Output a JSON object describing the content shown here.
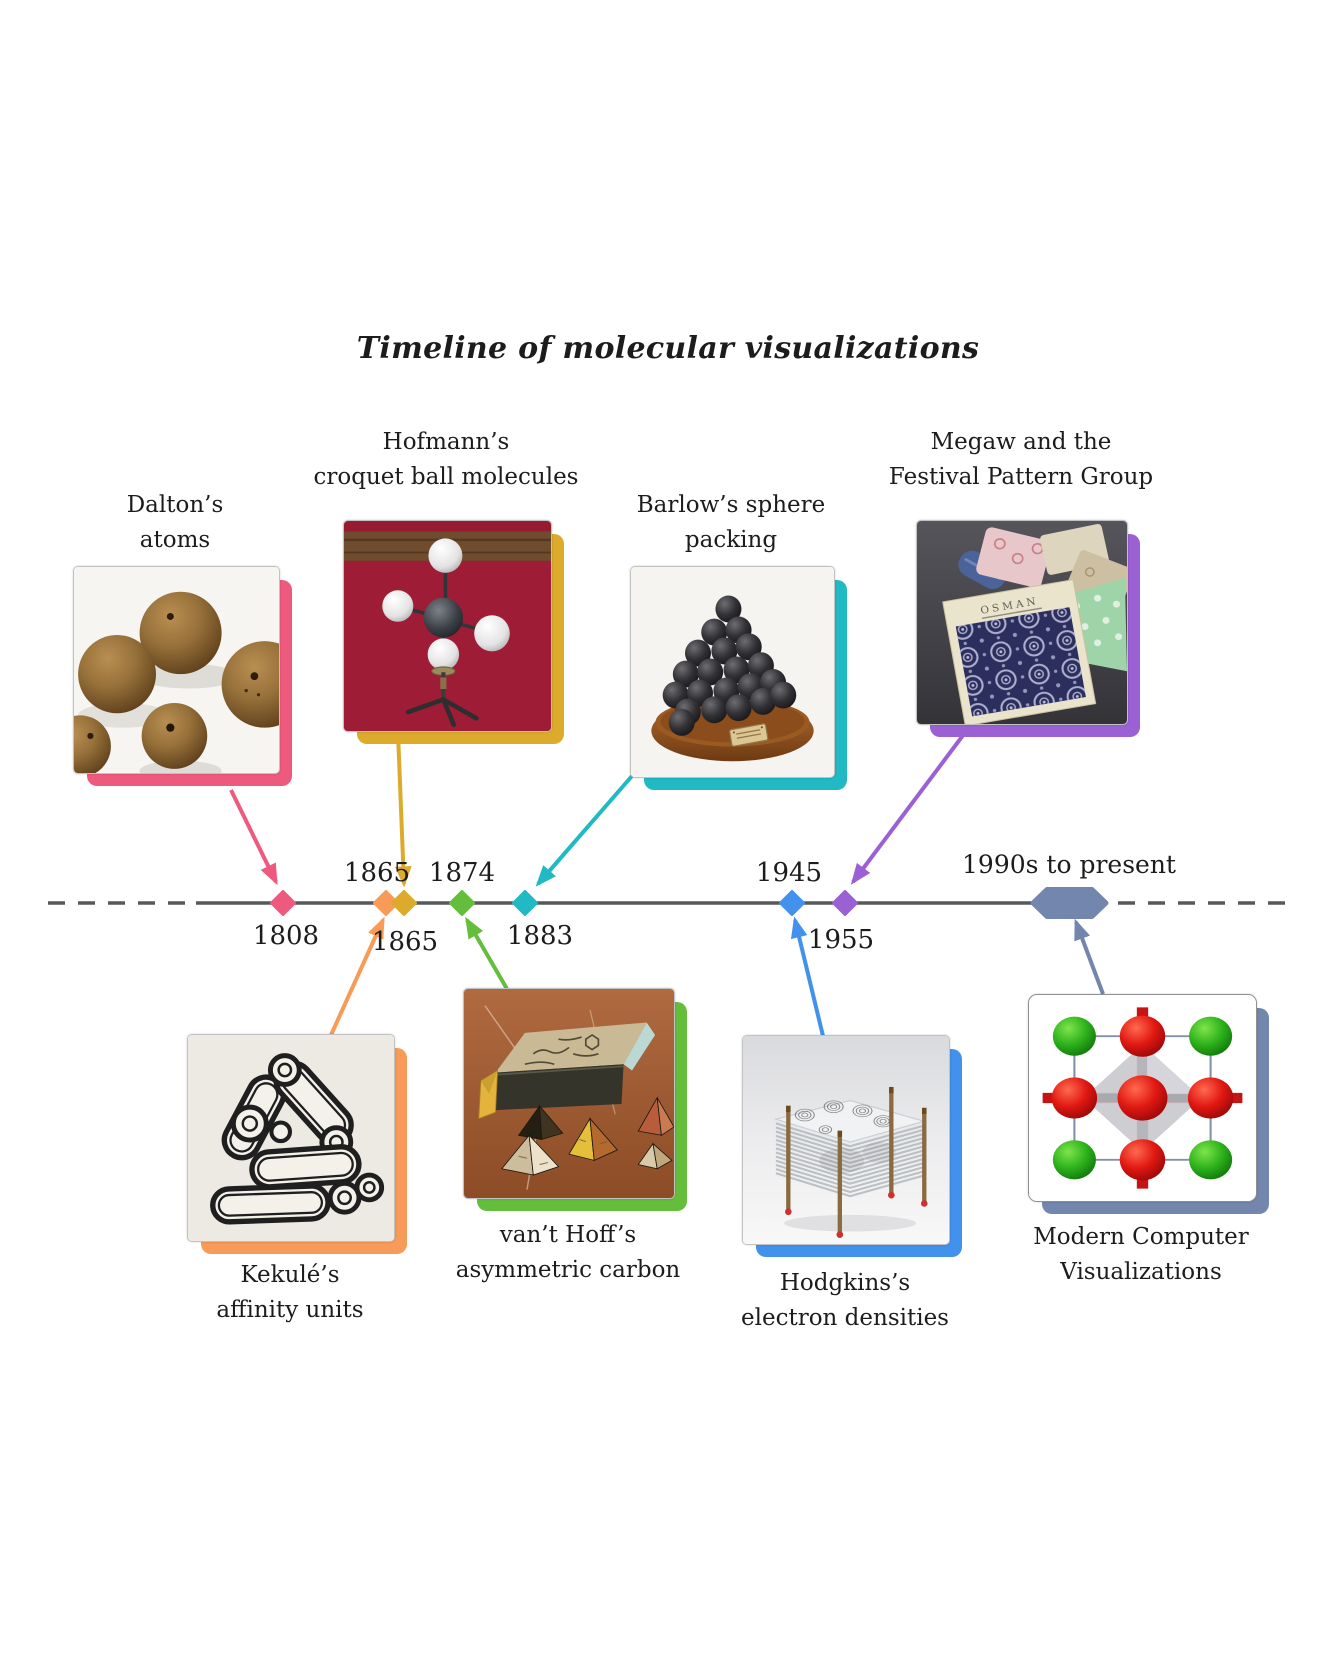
{
  "title": "Timeline of molecular visualizations",
  "palette": {
    "pink": "#ee5a7e",
    "orange": "#f89a58",
    "gold": "#dcab2c",
    "green": "#64bd3b",
    "teal": "#20b9c4",
    "blue": "#4291ec",
    "purple": "#9b61d4",
    "slate": "#7386ad",
    "line": "#57585a",
    "text": "#1c1c1c"
  },
  "timeline": {
    "years_above": {
      "y1865": "1865",
      "y1874": "1874",
      "y1945": "1945"
    },
    "years_below": {
      "y1808": "1808",
      "y1865": "1865",
      "y1883": "1883",
      "y1955": "1955"
    },
    "range_label": "1990s to present"
  },
  "cards": [
    {
      "id": "dalton",
      "title_lines": [
        "Dalton’s",
        "atoms"
      ],
      "accent": "#ee5a7e",
      "art": "wooden-atom-balls-photo"
    },
    {
      "id": "hofmann",
      "title_lines": [
        "Hofmann’s",
        "croquet ball molecules"
      ],
      "accent": "#dcab2c",
      "art": "croquet-ball-molecule-model-photo"
    },
    {
      "id": "barlow",
      "title_lines": [
        "Barlow’s sphere",
        "packing"
      ],
      "accent": "#20b9c4",
      "art": "black-sphere-packing-model-photo"
    },
    {
      "id": "megaw",
      "title_lines": [
        "Megaw and the",
        "Festival Pattern Group"
      ],
      "accent": "#9b61d4",
      "art": "festival-pattern-fabric-swatches-photo",
      "swatch_label": "OSMAN"
    },
    {
      "id": "kekule",
      "title_lines": [
        "Kekulé’s",
        "affinity units"
      ],
      "accent": "#f89a58",
      "art": "affinity-units-engraving"
    },
    {
      "id": "vanthoff",
      "title_lines": [
        "van’t Hoff’s",
        "asymmetric carbon"
      ],
      "accent": "#64bd3b",
      "art": "cardboard-tetrahedra-models-photo"
    },
    {
      "id": "hodgkin",
      "title_lines": [
        "Hodgkins’s",
        "electron densities"
      ],
      "accent": "#4291ec",
      "art": "stacked-contour-sheets-model-photo"
    },
    {
      "id": "modern",
      "title_lines": [
        "Modern Computer",
        "Visualizations"
      ],
      "accent": "#7386ad",
      "art": "crystal-structure-render"
    }
  ]
}
